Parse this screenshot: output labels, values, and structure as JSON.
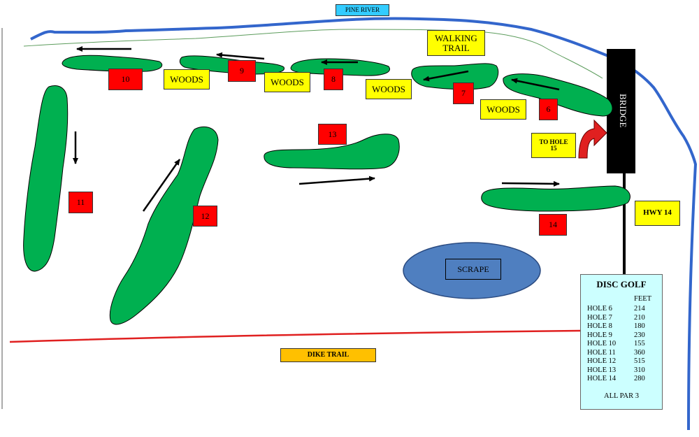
{
  "labels": {
    "river": "PINE RIVER",
    "walking_trail": "WALKING TRAIL",
    "woods": "WOODS",
    "bridge": "BRIDGE",
    "to_hole": "TO HOLE 15",
    "highway": "HWY 14",
    "scrape": "SCRAPE",
    "dike_trail": "DIKE TRAIL"
  },
  "holes": [
    "6",
    "7",
    "8",
    "9",
    "10",
    "11",
    "12",
    "13",
    "14"
  ],
  "legend": {
    "title": "DISC GOLF",
    "unit_header": "FEET",
    "rows": [
      {
        "hole": "HOLE 6",
        "feet": "214"
      },
      {
        "hole": "HOLE 7",
        "feet": "210"
      },
      {
        "hole": "HOLE 8",
        "feet": "180"
      },
      {
        "hole": "HOLE 9",
        "feet": "230"
      },
      {
        "hole": "HOLE 10",
        "feet": "155"
      },
      {
        "hole": "HOLE 11",
        "feet": "360"
      },
      {
        "hole": "HOLE 12",
        "feet": "515"
      },
      {
        "hole": "HOLE 13",
        "feet": "310"
      },
      {
        "hole": "HOLE 14",
        "feet": "280"
      }
    ],
    "footer": "ALL PAR 3"
  },
  "colors": {
    "fairway": "#00b050",
    "river": "#3366cc",
    "dike_trail": "#e02020",
    "hole_marker": "#ff0000",
    "woods_label": "#ffff00",
    "scrape": "#4f7fc0",
    "legend_bg": "#ccffff",
    "river_label": "#33ccff",
    "dike_label": "#ffc000"
  }
}
